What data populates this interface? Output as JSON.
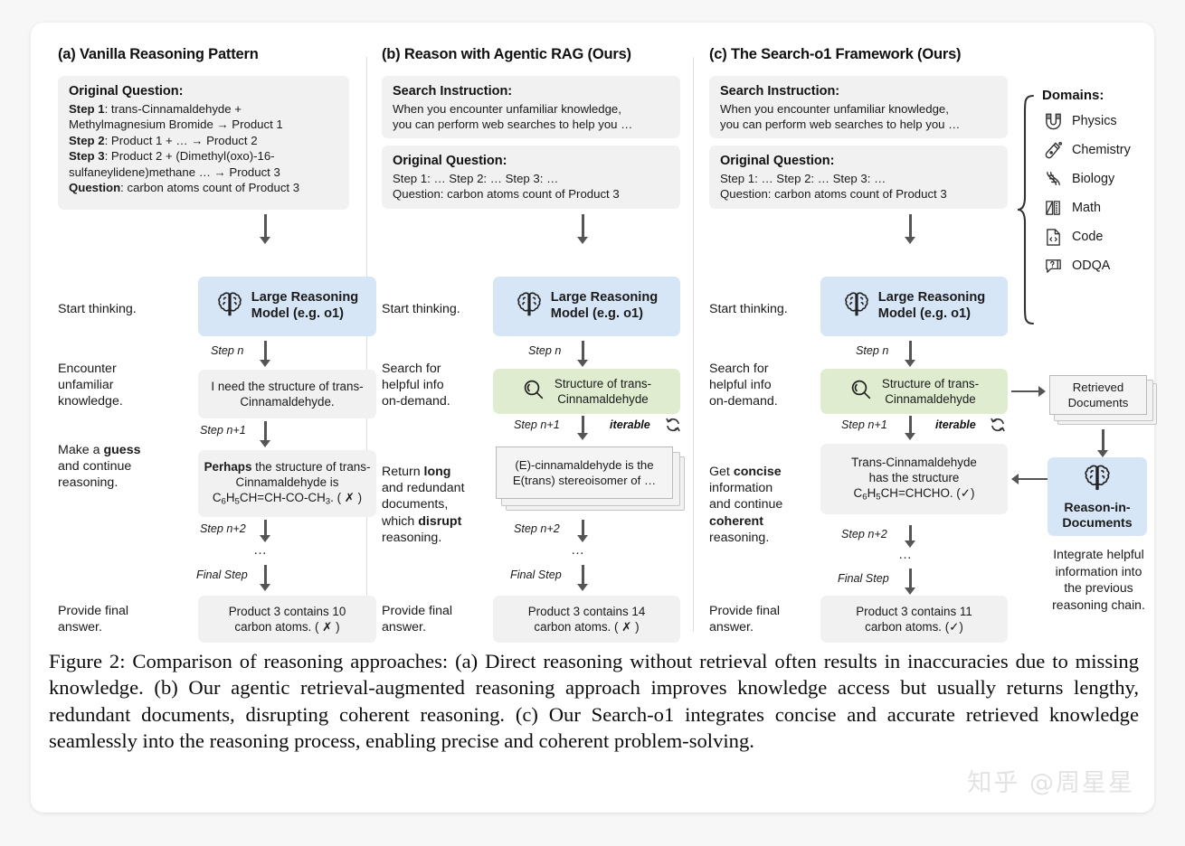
{
  "figure": {
    "caption": "Figure 2: Comparison of reasoning approaches: (a) Direct reasoning without retrieval often results in inaccuracies due to missing knowledge. (b) Our agentic retrieval-augmented reasoning approach improves knowledge access but usually returns lengthy, redundant documents, disrupting coherent reasoning. (c) Our Search-o1 integrates concise and accurate retrieved knowledge seamlessly into the reasoning process, enabling precise and coherent problem-solving.",
    "watermark": "知乎 @周星星"
  },
  "colors": {
    "blue_node": "#d6e6f7",
    "green_node": "#dfeccf",
    "grey_node": "#f1f1f1",
    "arrow": "#555555",
    "divider": "#dddddd"
  },
  "column_a": {
    "title": "(a) Vanilla Reasoning Pattern",
    "question_panel": {
      "heading": "Original Question:",
      "lines": [
        {
          "label": "Step 1",
          "text": ": trans-Cinnamaldehyde + Methylmagnesium Bromide → Product 1"
        },
        {
          "label": "Step 2",
          "text": ": Product 1 + … → Product 2"
        },
        {
          "label": "Step 3",
          "text": ": Product 2 + (Dimethyl(oxo)-16-sulfaneylidene)methane … → Product 3"
        },
        {
          "label": "Question",
          "text": ": carbon atoms count of Product 3"
        }
      ]
    },
    "model_node": {
      "line1": "Large Reasoning",
      "line2": "Model (e.g. o1)",
      "icon": "brain-icon"
    },
    "rows": [
      {
        "side": "Start thinking.",
        "step": "",
        "node": ""
      },
      {
        "side": "Encounter unfamiliar knowledge.",
        "step": "Step n",
        "node": "I need the structure of trans-Cinnamaldehyde."
      },
      {
        "side": "Make a guess and continue reasoning.",
        "step": "Step n+1",
        "node": "Perhaps the structure of trans-Cinnamaldehyde is C6H5CH=CH-CO-CH3. ( ✗ )"
      },
      {
        "side": "Provide final answer.",
        "step": "Final Step",
        "node": "Product 3 contains 10 carbon atoms. ( ✗ )"
      }
    ],
    "step_n2": "Step n+2",
    "ellipsis": "…",
    "guess_node": {
      "pre": "Perhaps",
      "mid": " the structure of trans-Cinnamaldehyde is",
      "formula_a": "C",
      "formula_a_sub": "6",
      "formula_b": "H",
      "formula_b_sub": "5",
      "formula_rest": "CH=CH-CO-CH",
      "formula_rest_sub": "3",
      "tail": ". ( ✗ )"
    },
    "answer_node": {
      "line1": "Product 3 contains 10",
      "line2": "carbon atoms. ( ✗ )"
    }
  },
  "column_b": {
    "title": "(b) Reason with Agentic RAG (Ours)",
    "instruction_panel": {
      "heading": "Search Instruction:",
      "line1": "When you encounter unfamiliar knowledge,",
      "line2": "you can perform web searches to help you …"
    },
    "question_panel": {
      "heading": "Original Question:",
      "line1": "Step 1: … Step 2: … Step 3: …",
      "line2": "Question: carbon atoms count of Product 3"
    },
    "model_node": {
      "line1": "Large Reasoning",
      "line2": "Model (e.g. o1)",
      "icon": "brain-icon"
    },
    "side_labels": {
      "start": "Start thinking.",
      "search": "Search for helpful info on-demand.",
      "return_pre": "Return ",
      "return_bold": "long",
      "return_mid": " and redundant documents, which ",
      "return_bold2": "disrupt",
      "return_tail": " reasoning.",
      "final": "Provide final answer."
    },
    "search_node": {
      "line1": "Structure of trans-",
      "line2": "Cinnamaldehyde",
      "icon": "magnifier-icon"
    },
    "doc_node": {
      "line1": "(E)-cinnamaldehyde is the",
      "line2": "E(trans) stereoisomer of …"
    },
    "steps": {
      "n": "Step n",
      "n1": "Step n+1",
      "n2": "Step n+2",
      "final": "Final Step",
      "iterable": "iterable",
      "ellipsis": "…"
    },
    "answer_node": {
      "line1": "Product 3 contains 14",
      "line2": "carbon atoms. ( ✗ )"
    }
  },
  "column_c": {
    "title": "(c) The Search-o1 Framework (Ours)",
    "instruction_panel": {
      "heading": "Search Instruction:",
      "line1": "When you encounter unfamiliar knowledge,",
      "line2": "you can perform web searches to help you …"
    },
    "question_panel": {
      "heading": "Original Question:",
      "line1": "Step 1: … Step 2: … Step 3: …",
      "line2": "Question: carbon atoms count of Product 3"
    },
    "model_node": {
      "line1": "Large Reasoning",
      "line2": "Model (e.g. o1)",
      "icon": "brain-icon"
    },
    "side_labels": {
      "start": "Start thinking.",
      "search": "Search for helpful info on-demand.",
      "concise_pre": "Get ",
      "concise_bold": "concise",
      "concise_mid": " information and continue ",
      "concise_bold2": "coherent",
      "concise_tail": " reasoning.",
      "final": "Provide final answer."
    },
    "search_node": {
      "line1": "Structure of trans-",
      "line2": "Cinnamaldehyde",
      "icon": "magnifier-icon"
    },
    "concise_node": {
      "line1": "Trans-Cinnamaldehyde",
      "line2": "has the structure",
      "formula_a": "C",
      "formula_a_sub": "6",
      "formula_b": "H",
      "formula_b_sub": "5",
      "formula_rest": "CH=CHCHO. (✓)"
    },
    "steps": {
      "n": "Step n",
      "n1": "Step n+1",
      "n2": "Step n+2",
      "final": "Final Step",
      "iterable": "iterable",
      "ellipsis": "…"
    },
    "answer_node": {
      "line1": "Product 3 contains 11",
      "line2": "carbon atoms. (✓)"
    },
    "retrieved_docs": {
      "line1": "Retrieved",
      "line2": "Documents"
    },
    "reason_node": {
      "line1": "Reason-in-",
      "line2": "Documents",
      "icon": "brain-icon"
    },
    "integrate_text": {
      "l1": "Integrate helpful",
      "l2": "information into",
      "l3": "the previous",
      "l4": "reasoning chain."
    }
  },
  "domains": {
    "title": "Domains:",
    "items": [
      {
        "label": "Physics",
        "icon": "magnet-icon"
      },
      {
        "label": "Chemistry",
        "icon": "flask-icon"
      },
      {
        "label": "Biology",
        "icon": "dna-icon"
      },
      {
        "label": "Math",
        "icon": "ruler-icon"
      },
      {
        "label": "Code",
        "icon": "code-file-icon"
      },
      {
        "label": "ODQA",
        "icon": "question-bubble-icon"
      }
    ]
  }
}
